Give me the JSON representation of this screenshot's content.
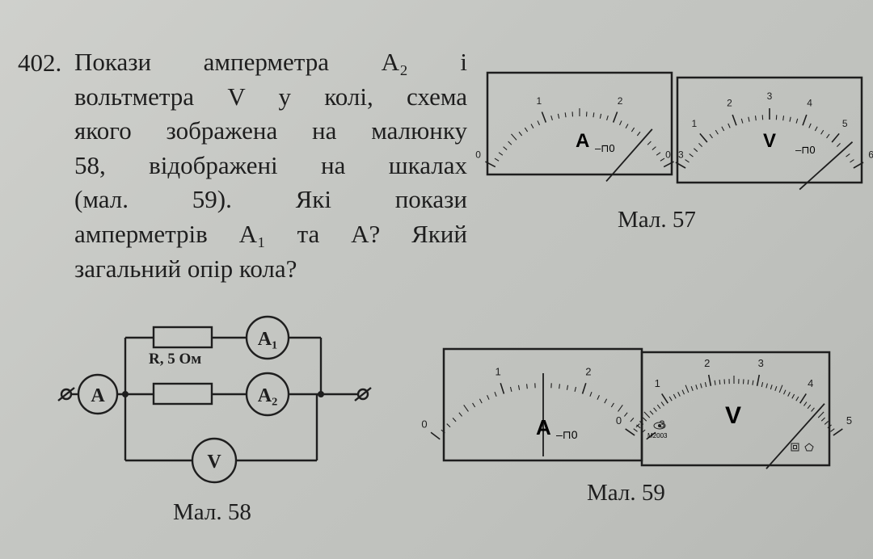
{
  "problem": {
    "number": "402.",
    "lines": [
      "Покази амперметра А₂ і",
      "вольтметра V у колі, схема",
      "якого зображена на малюнку",
      "58, відображені на шкалах",
      "(мал. 59). Які покази",
      "амперметрів А₁ та А? Який",
      "загальний опір кола?"
    ]
  },
  "fig57": {
    "caption": "Мал. 57",
    "ammeter": {
      "symbol": "A",
      "mark": "–⊓0",
      "ticks": [
        "0",
        "1",
        "2",
        "3"
      ],
      "reading": 2.5
    },
    "voltmeter": {
      "symbol": "V",
      "mark": "–⊓0",
      "ticks": [
        "0",
        "1",
        "2",
        "3",
        "4",
        "5",
        "6"
      ],
      "reading": 5.4
    }
  },
  "fig58": {
    "caption": "Мал. 58",
    "resistor_label": "R, 5 Ом",
    "meter_a": "A",
    "meter_a1": "A₁",
    "meter_a2": "A₂",
    "meter_v": "V"
  },
  "fig59": {
    "caption": "Мал. 59",
    "ammeter": {
      "symbol": "A",
      "mark": "–⊓0",
      "ticks": [
        "0",
        "1",
        "2",
        "3"
      ],
      "reading": 1.5
    },
    "voltmeter": {
      "symbol": "V",
      "model": "M2003",
      "ticks": [
        "0",
        "1",
        "2",
        "3",
        "4",
        "5"
      ],
      "reading": 4.4
    }
  }
}
